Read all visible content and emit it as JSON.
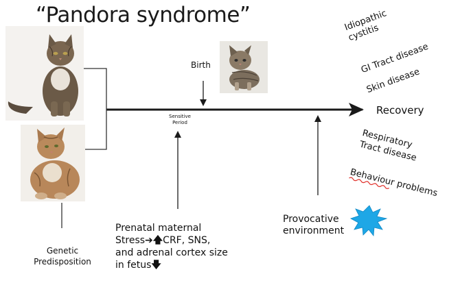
{
  "title": "“Pandora syndrome”",
  "timeline": {
    "birth_label": "Birth",
    "sensitive_period_line1": "Sensitive",
    "sensitive_period_line2": "Period",
    "end_label": "Recovery"
  },
  "left": {
    "genetic_line1": "Genetic",
    "genetic_line2": "Predisposition"
  },
  "bottom": {
    "prenatal_line1": "Prenatal maternal",
    "prenatal_line2_a": "Stress",
    "prenatal_line2_b": "CRF, SNS,",
    "prenatal_line3": "and adrenal cortex size",
    "prenatal_line4": "in fetus",
    "provocative_line1": "Provocative",
    "provocative_line2": "environment"
  },
  "outcomes_upper": {
    "item1_line1": "Idiopathic",
    "item1_line2": "cystitis",
    "item2": "GI Tract disease",
    "item3": "Skin disease"
  },
  "outcomes_lower": {
    "item1_line1": "Respiratory",
    "item1_line2": "Tract disease",
    "item2": "Behaviour problems"
  },
  "colors": {
    "line": "#1a1a1a",
    "burst": "#1ea7e6",
    "spellcheck": "#e0302a"
  },
  "icons": [
    "maine-coon-cat-photo",
    "tabby-cat-photo",
    "kitten-photo",
    "arrow-right-icon",
    "arrow-up-icon",
    "arrow-down-icon",
    "starburst-icon"
  ]
}
